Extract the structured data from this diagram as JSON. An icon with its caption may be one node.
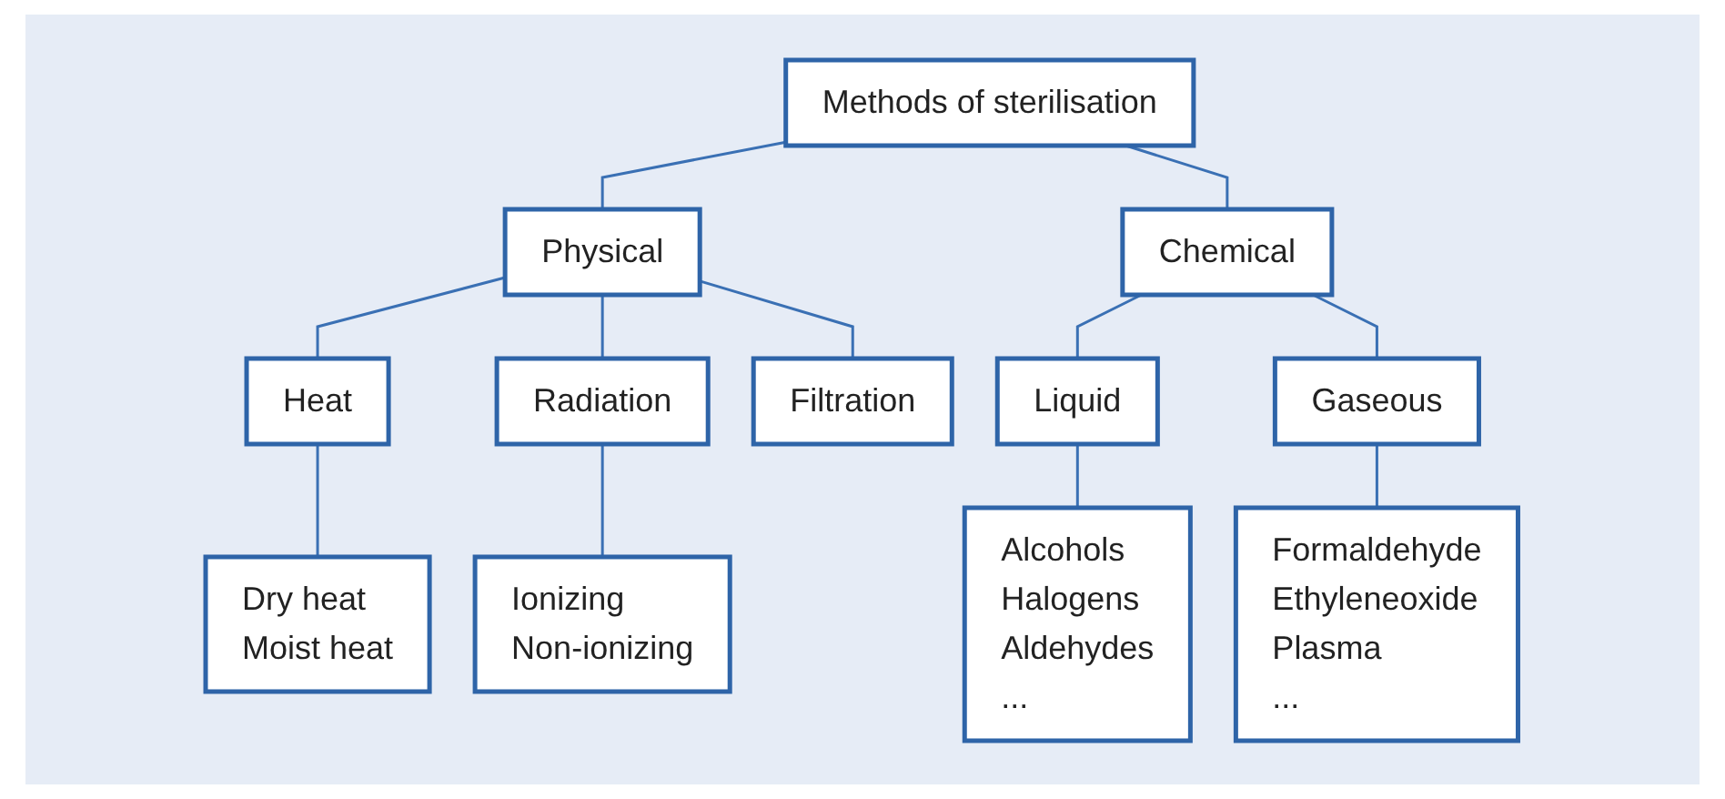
{
  "diagram": {
    "nodes": [
      {
        "text": [
          "Methods of sterilisation"
        ]
      },
      {
        "text": [
          "Physical"
        ]
      },
      {
        "text": [
          "Chemical"
        ]
      },
      {
        "text": [
          "Heat"
        ]
      },
      {
        "text": [
          "Radiation"
        ]
      },
      {
        "text": [
          "Filtration"
        ]
      },
      {
        "text": [
          "Liquid"
        ]
      },
      {
        "text": [
          "Gaseous"
        ]
      },
      {
        "text": [
          "Dry heat",
          "Moist heat"
        ]
      },
      {
        "text": [
          "Ionizing",
          "Non-ionizing"
        ]
      },
      {
        "text": [
          "Alcohols",
          "Halogens",
          "Aldehydes",
          "..."
        ]
      },
      {
        "text": [
          "Formaldehyde",
          "Ethyleneoxide",
          "Plasma",
          "..."
        ]
      }
    ],
    "edges": [
      {
        "from": 0,
        "to": 1,
        "arrow": "none"
      },
      {
        "from": 0,
        "to": 2,
        "arrow": "none"
      },
      {
        "from": 1,
        "to": 3,
        "arrow": "none"
      },
      {
        "from": 1,
        "to": 4,
        "arrow": "none"
      },
      {
        "from": 1,
        "to": 5,
        "arrow": "none"
      },
      {
        "from": 2,
        "to": 6,
        "arrow": "none"
      },
      {
        "from": 2,
        "to": 7,
        "arrow": "none"
      },
      {
        "from": 3,
        "to": 8,
        "arrow": "none"
      },
      {
        "from": 4,
        "to": 9,
        "arrow": "none"
      },
      {
        "from": 6,
        "to": 10,
        "arrow": "none"
      },
      {
        "from": 7,
        "to": 11,
        "arrow": "none"
      }
    ]
  }
}
